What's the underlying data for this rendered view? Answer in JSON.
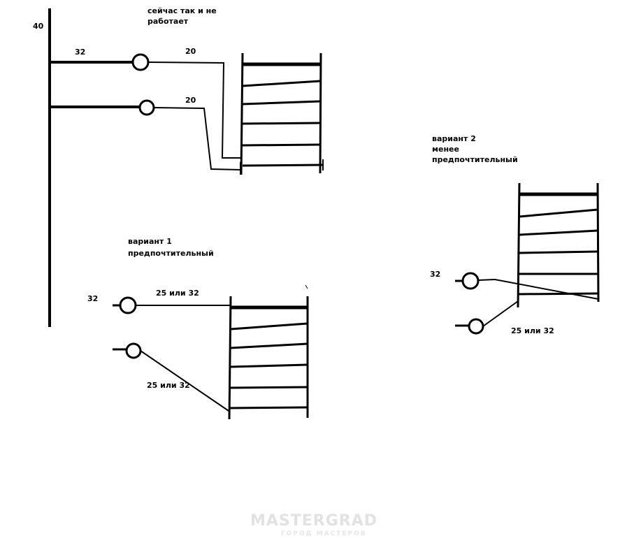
{
  "labels": {
    "riser": "40",
    "current_note_line1": "сейчас так и не",
    "current_note_line2": "работает",
    "current_top_main": "32",
    "current_top_branch": "20",
    "current_bottom_branch": "20",
    "variant1_line1": "вариант 1",
    "variant1_line2": "предпочтительный",
    "variant1_main": "32",
    "variant1_top_pipe": "25 или 32",
    "variant1_bottom_pipe": "25 или 32",
    "variant2_line1": "вариант 2",
    "variant2_line2": "менее",
    "variant2_line3": "предпочтительный",
    "variant2_main": "32",
    "variant2_pipe": "25 или 32"
  },
  "watermark": {
    "title": "MASTERGRAD",
    "subtitle": "ГОРОД МАСТЕРОВ"
  },
  "colors": {
    "ink": "#000000",
    "background": "#ffffff",
    "watermark": "#e2e2e2"
  }
}
